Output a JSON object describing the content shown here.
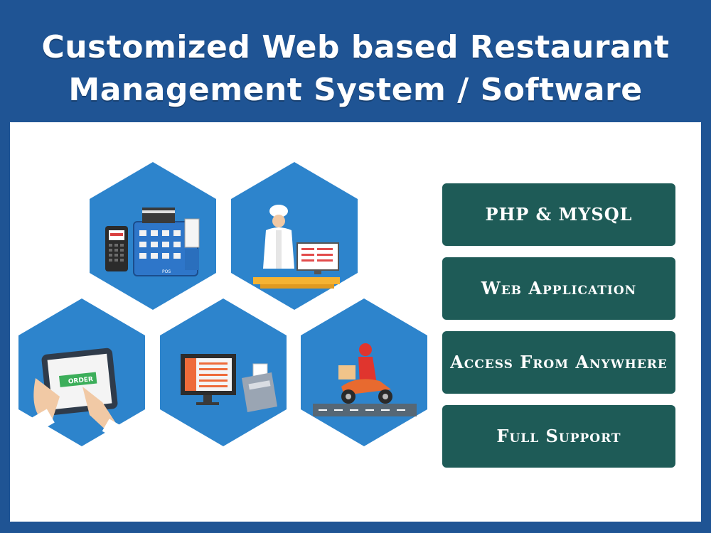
{
  "title": {
    "line1": "Customized Web based Restaurant",
    "line2": "Management System / Software"
  },
  "features": [
    "PHP & MYSQL",
    "Web Application",
    "Access From Anywhere",
    "Full Support"
  ],
  "illustrations": [
    {
      "name": "pos-terminal-icon",
      "label": "POS"
    },
    {
      "name": "chef-icon"
    },
    {
      "name": "tablet-order-icon",
      "label": "ORDER"
    },
    {
      "name": "billing-monitor-icon"
    },
    {
      "name": "delivery-scooter-icon"
    }
  ],
  "colors": {
    "background": "#1f5494",
    "panel": "#ffffff",
    "hexagon": "#2d84cc",
    "feature_box": "#1e5b57",
    "text": "#ffffff"
  }
}
